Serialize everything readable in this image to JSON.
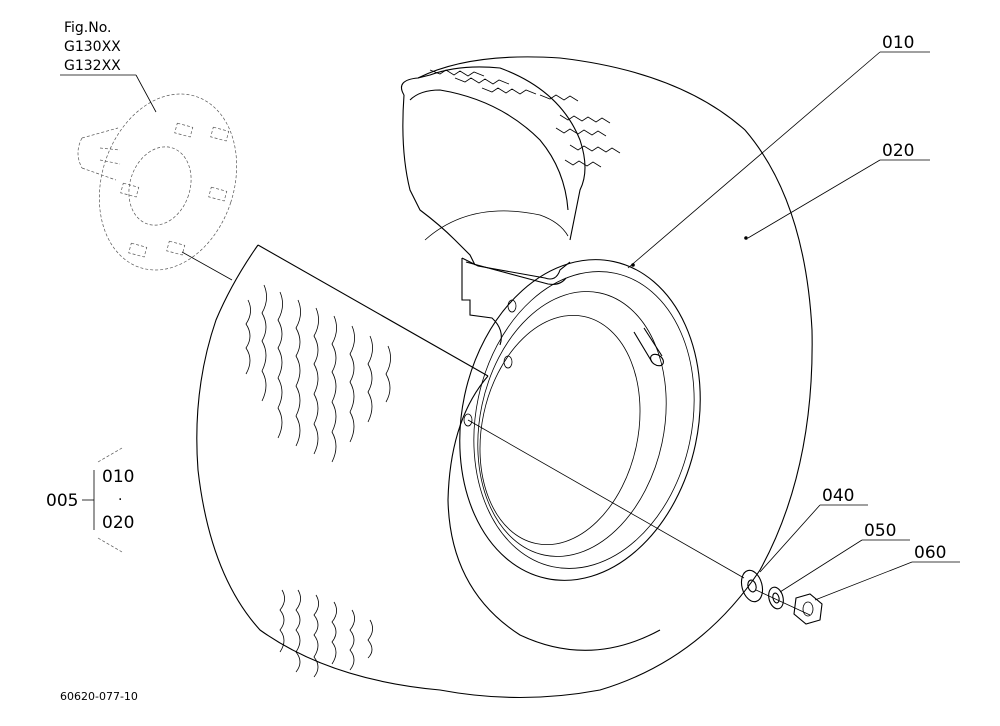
{
  "fig_header": {
    "line1": "Fig.No.",
    "line2": "G130XX",
    "line3": "G132XX"
  },
  "parts": {
    "p010": "010",
    "p020": "020",
    "p040": "040",
    "p050": "050",
    "p060": "060"
  },
  "assembly": {
    "label": "005",
    "sub1": "010",
    "sub2": "020",
    "dot": "·"
  },
  "drawing_number": "60620-077-10"
}
